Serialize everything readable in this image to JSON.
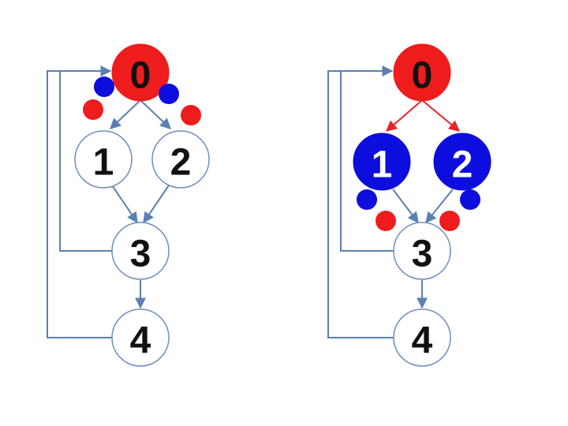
{
  "colors": {
    "edge": "#5b80b2",
    "edge_active": "#e8232a",
    "node_outline": "#6d8fbf",
    "node_white": "#ffffff",
    "node_red": "#ee1c1c",
    "node_blue": "#0d0dde",
    "label_dark": "#111111",
    "label_light": "#ffffff"
  },
  "left_graph": {
    "nodes": [
      {
        "id": "0",
        "label": "0",
        "fill": "red"
      },
      {
        "id": "1",
        "label": "1",
        "fill": "white"
      },
      {
        "id": "2",
        "label": "2",
        "fill": "white"
      },
      {
        "id": "3",
        "label": "3",
        "fill": "white"
      },
      {
        "id": "4",
        "label": "4",
        "fill": "white"
      }
    ],
    "tokens": [
      {
        "near": "0",
        "color": "blue"
      },
      {
        "near": "0",
        "color": "red"
      },
      {
        "near": "0",
        "color": "blue"
      },
      {
        "near": "0",
        "color": "red"
      }
    ]
  },
  "right_graph": {
    "nodes": [
      {
        "id": "0",
        "label": "0",
        "fill": "red"
      },
      {
        "id": "1",
        "label": "1",
        "fill": "blue"
      },
      {
        "id": "2",
        "label": "2",
        "fill": "blue"
      },
      {
        "id": "3",
        "label": "3",
        "fill": "white"
      },
      {
        "id": "4",
        "label": "4",
        "fill": "white"
      }
    ],
    "tokens": [
      {
        "near": "1",
        "color": "blue"
      },
      {
        "near": "1",
        "color": "red"
      },
      {
        "near": "2",
        "color": "blue"
      },
      {
        "near": "2",
        "color": "red"
      }
    ]
  }
}
